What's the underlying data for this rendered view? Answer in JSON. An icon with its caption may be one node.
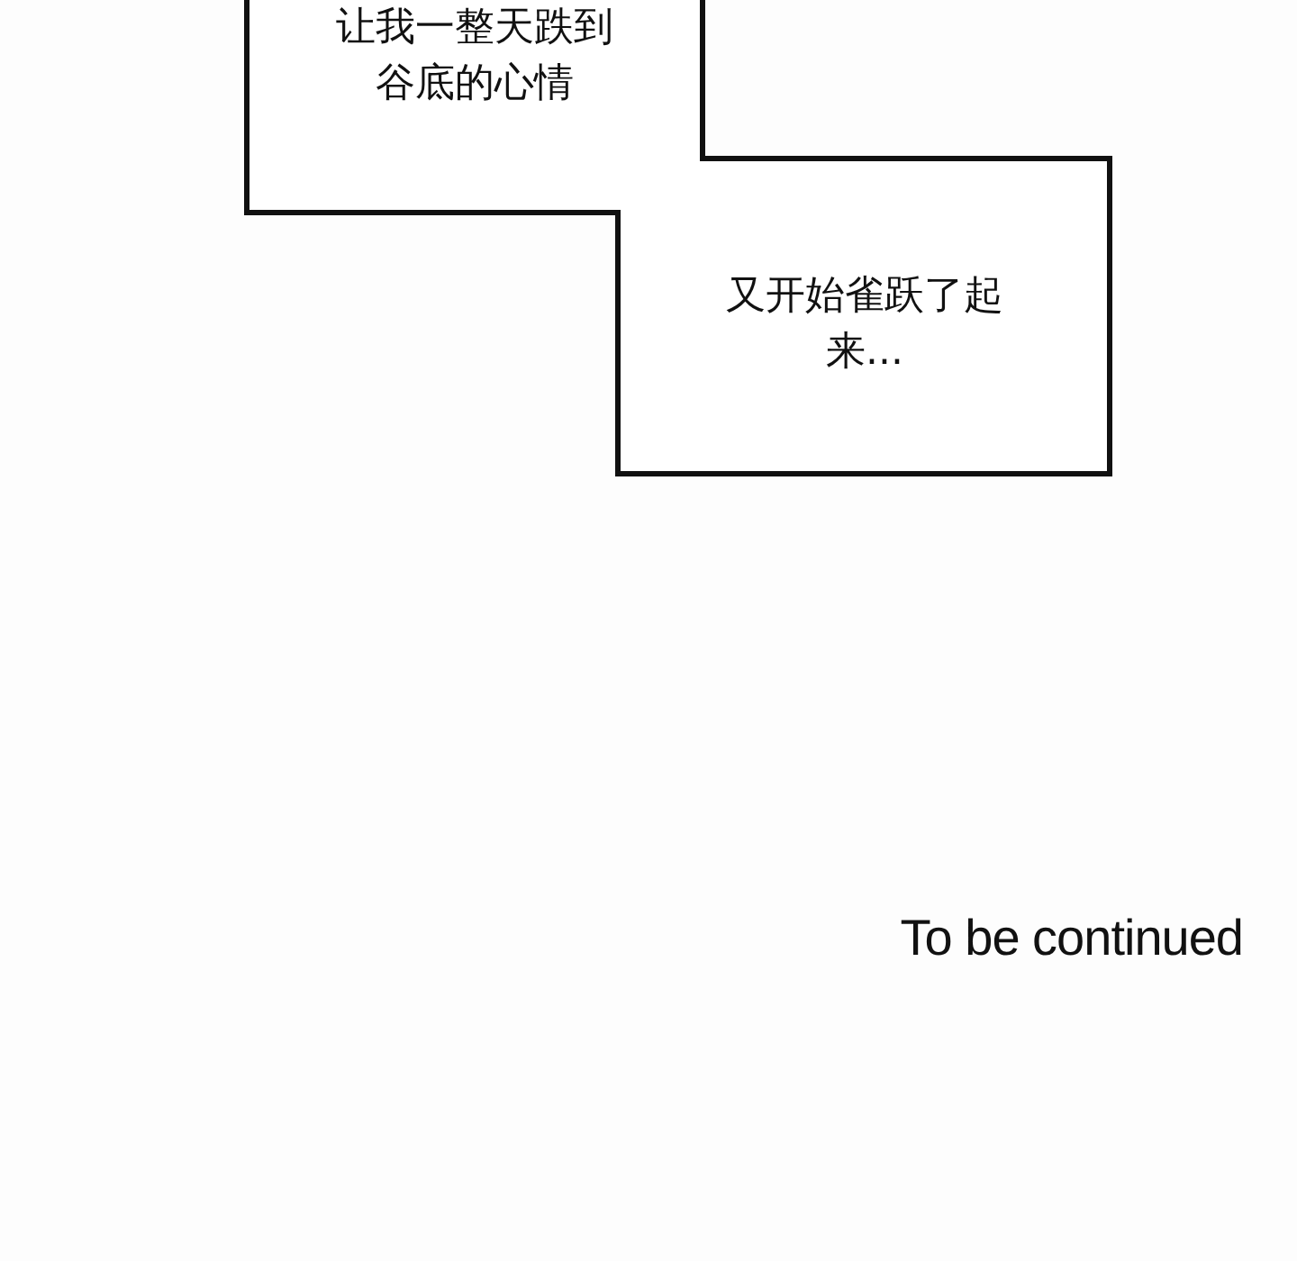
{
  "diagram": {
    "nodes": [
      {
        "text": [
          "让我一整天跌到谷底的心情"
        ]
      },
      {
        "text": [
          "又开始雀跃了起来..."
        ]
      }
    ],
    "edges": [],
    "labels": [
      "To be continued"
    ]
  }
}
